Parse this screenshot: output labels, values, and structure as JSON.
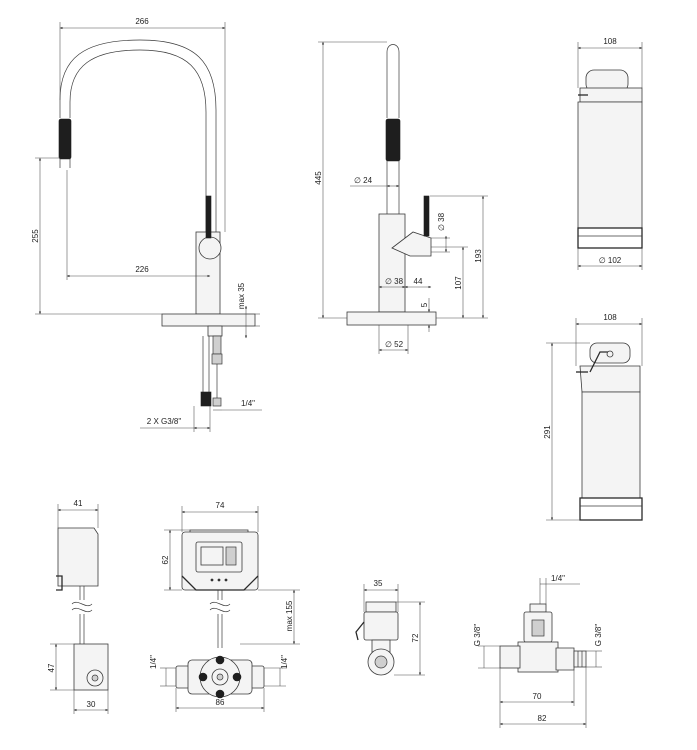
{
  "dimensions": {
    "spout_width": "266",
    "spout_height": "255",
    "spout_reach": "226",
    "deck_max": "max 35",
    "thread": "2 X G3/8\"",
    "hose_fitting": "1/4\"",
    "side_height": "445",
    "pipe_dia": "∅ 24",
    "lever_dia": "∅ 38",
    "body_dia": "∅ 38",
    "lever_offset": "44",
    "lever_height": "193",
    "body_height": "107",
    "base_thickness": "5",
    "base_dia": "∅ 52",
    "filter_top_width": "108",
    "filter_base_dia": "∅ 102",
    "filter2_width": "108",
    "filter2_height": "291",
    "ctrl_side_width": "41",
    "ctrl_side_height": "47",
    "ctrl_side_base": "30",
    "ctrl_front_width": "74",
    "ctrl_front_height": "62",
    "ctrl_cable": "max 155",
    "ctrl_fit_left": "1/4\"",
    "ctrl_fit_right": "1/4\"",
    "ctrl_base_width": "86",
    "valve_width": "35",
    "valve_height": "72",
    "tee_top": "1/4\"",
    "tee_left": "G 3/8\"",
    "tee_right": "G 3/8\"",
    "tee_inner": "70",
    "tee_outer": "82"
  }
}
